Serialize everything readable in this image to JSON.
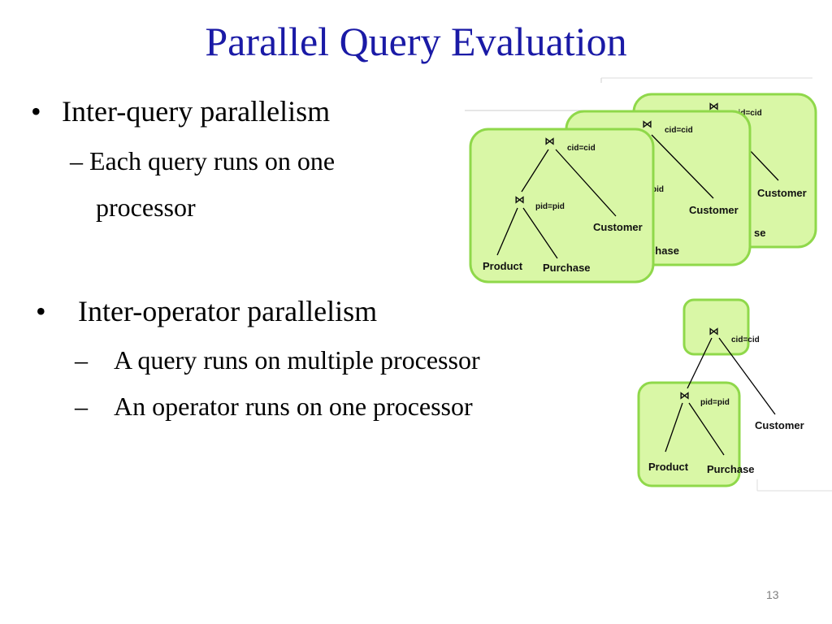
{
  "title": "Parallel Query Evaluation",
  "bullets": {
    "marker": "•",
    "dash": "–",
    "inter_query": {
      "label": "Inter-query parallelism",
      "sub_line1": "Each query runs on one",
      "sub_line2": "processor"
    },
    "inter_operator": {
      "label": "Inter-operator parallelism",
      "sub1": "A query runs on multiple processor",
      "sub2": "An operator runs on one processor"
    }
  },
  "diagram": {
    "join_symbol": "⋈",
    "cond_top": "cid=cid",
    "cond_inner": "pid=pid",
    "leaf_product": "Product",
    "leaf_purchase": "Purchase",
    "leaf_customer": "Customer",
    "partial_pid": "pid",
    "partial_purchase": "rchase",
    "partial_se": "se",
    "box_fill": "#d9f7a6",
    "box_border": "#8fd84a"
  },
  "page_number": "13"
}
